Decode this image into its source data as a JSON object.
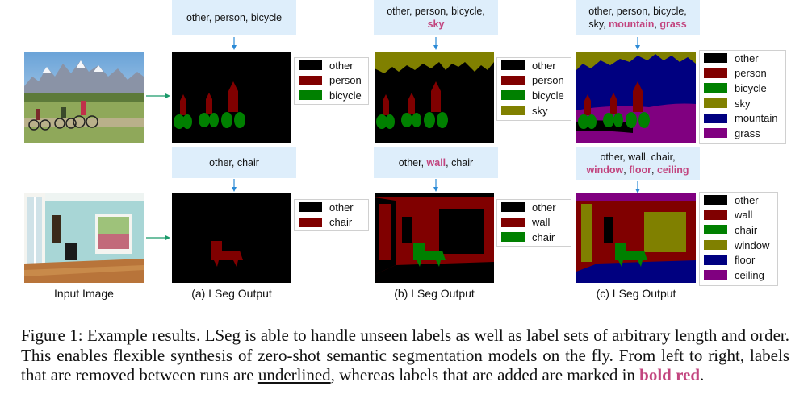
{
  "colors": {
    "other": "#000000",
    "person": "#800000",
    "bicycle": "#008000",
    "sky": "#808000",
    "mountain": "#000080",
    "grass": "#800080",
    "wall": "#800000",
    "chair": "#008000",
    "window": "#808000",
    "floor": "#000080",
    "ceiling": "#800080",
    "added_label": "#c2457f",
    "prompt_bg": "#deeefb",
    "arrow": "#2b8ad6"
  },
  "row1": {
    "prompt_a": "other, person, bicycle",
    "prompt_b_line1": "other, person, bicycle,",
    "prompt_b_added": "sky",
    "prompt_c_line1": "other, person, bicycle,",
    "prompt_c_sky": "sky, ",
    "prompt_c_mountain": "mountain",
    "prompt_c_comma": ", ",
    "prompt_c_grass": "grass",
    "legend_a": [
      "other",
      "person",
      "bicycle"
    ],
    "legend_b": [
      "other",
      "person",
      "bicycle",
      "sky"
    ],
    "legend_c": [
      "other",
      "person",
      "bicycle",
      "sky",
      "mountain",
      "grass"
    ]
  },
  "row2": {
    "prompt_a": "other, chair",
    "prompt_b_pre": "other, ",
    "prompt_b_added": "wall",
    "prompt_b_post": ", chair",
    "prompt_c_line1": "other, wall, chair,",
    "prompt_c_window": "window",
    "prompt_c_floor": "floor",
    "prompt_c_ceiling": "ceiling",
    "prompt_c_sep": ", ",
    "legend_a": [
      "other",
      "chair"
    ],
    "legend_b": [
      "other",
      "wall",
      "chair"
    ],
    "legend_c": [
      "other",
      "wall",
      "chair",
      "window",
      "floor",
      "ceiling"
    ]
  },
  "captions": {
    "input": "Input Image",
    "a": "(a) LSeg Output",
    "b": "(b) LSeg Output",
    "c": "(c) LSeg Output"
  },
  "figure_caption": {
    "text1": "Figure 1: Example results. LSeg is able to handle unseen labels as well as label sets of arbitrary length and order. This enables flexible synthesis of zero-shot semantic segmentation models on the fly. From left to right, labels that are removed between runs are ",
    "underlined": "underlined",
    "text2": ", whereas labels that are added are marked in ",
    "bold_red": "bold red",
    "text3": "."
  }
}
